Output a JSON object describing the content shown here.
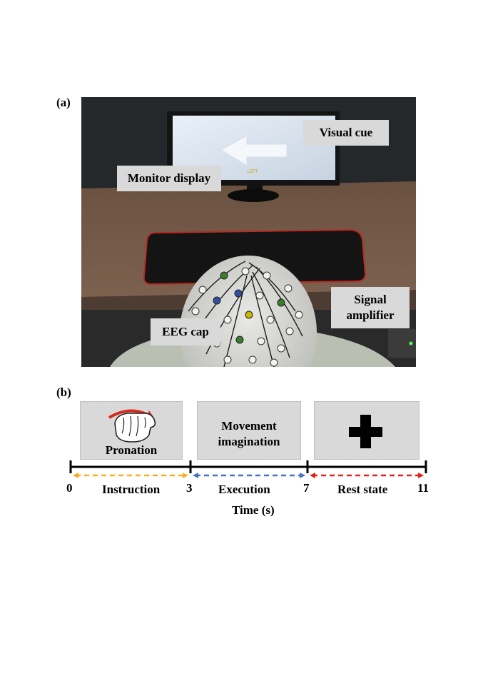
{
  "figure": {
    "panel_a_label": "(a)",
    "panel_b_label": "(b)"
  },
  "photo": {
    "screen_text": "LEFT",
    "callouts": {
      "visual_cue": "Visual cue",
      "monitor_display": "Monitor display",
      "signal_amplifier": "Signal\namplifier",
      "eeg_cap": "EEG cap"
    }
  },
  "timeline": {
    "stages": {
      "instruction_box_label": "Pronation",
      "execution_box_label": "Movement\nimagination",
      "rest_box_symbol": "plus-icon"
    },
    "ticks": [
      "0",
      "3",
      "7",
      "11"
    ],
    "phases": {
      "instruction": "Instruction",
      "execution": "Execution",
      "rest": "Rest state"
    },
    "axis_title": "Time (s)",
    "colors": {
      "instruction": "#f2b01e",
      "execution": "#4472c4",
      "rest": "#e3201b"
    }
  }
}
